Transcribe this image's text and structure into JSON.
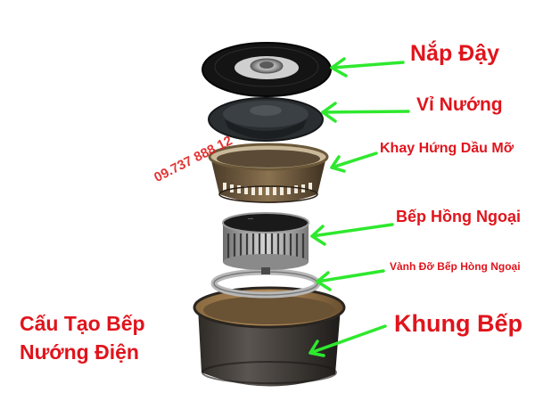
{
  "parts": {
    "lid": "Nắp Đậy",
    "grill": "Vỉ Nướng",
    "oil_tray": "Khay Hứng Dầu Mỡ",
    "infrared_stove": "Bếp Hồng Ngoại",
    "support_ring": "Vành Đỡ Bếp Hòng Ngoại",
    "frame": "Khung Bếp"
  },
  "title_line1": "Cấu Tạo Bếp",
  "title_line2": "Nướng Điện",
  "watermark_phone": "09.737 888 12",
  "colors": {
    "label": "#e0141c",
    "arrow": "#2ee82e"
  },
  "icons": [
    "arrow-pointer"
  ]
}
